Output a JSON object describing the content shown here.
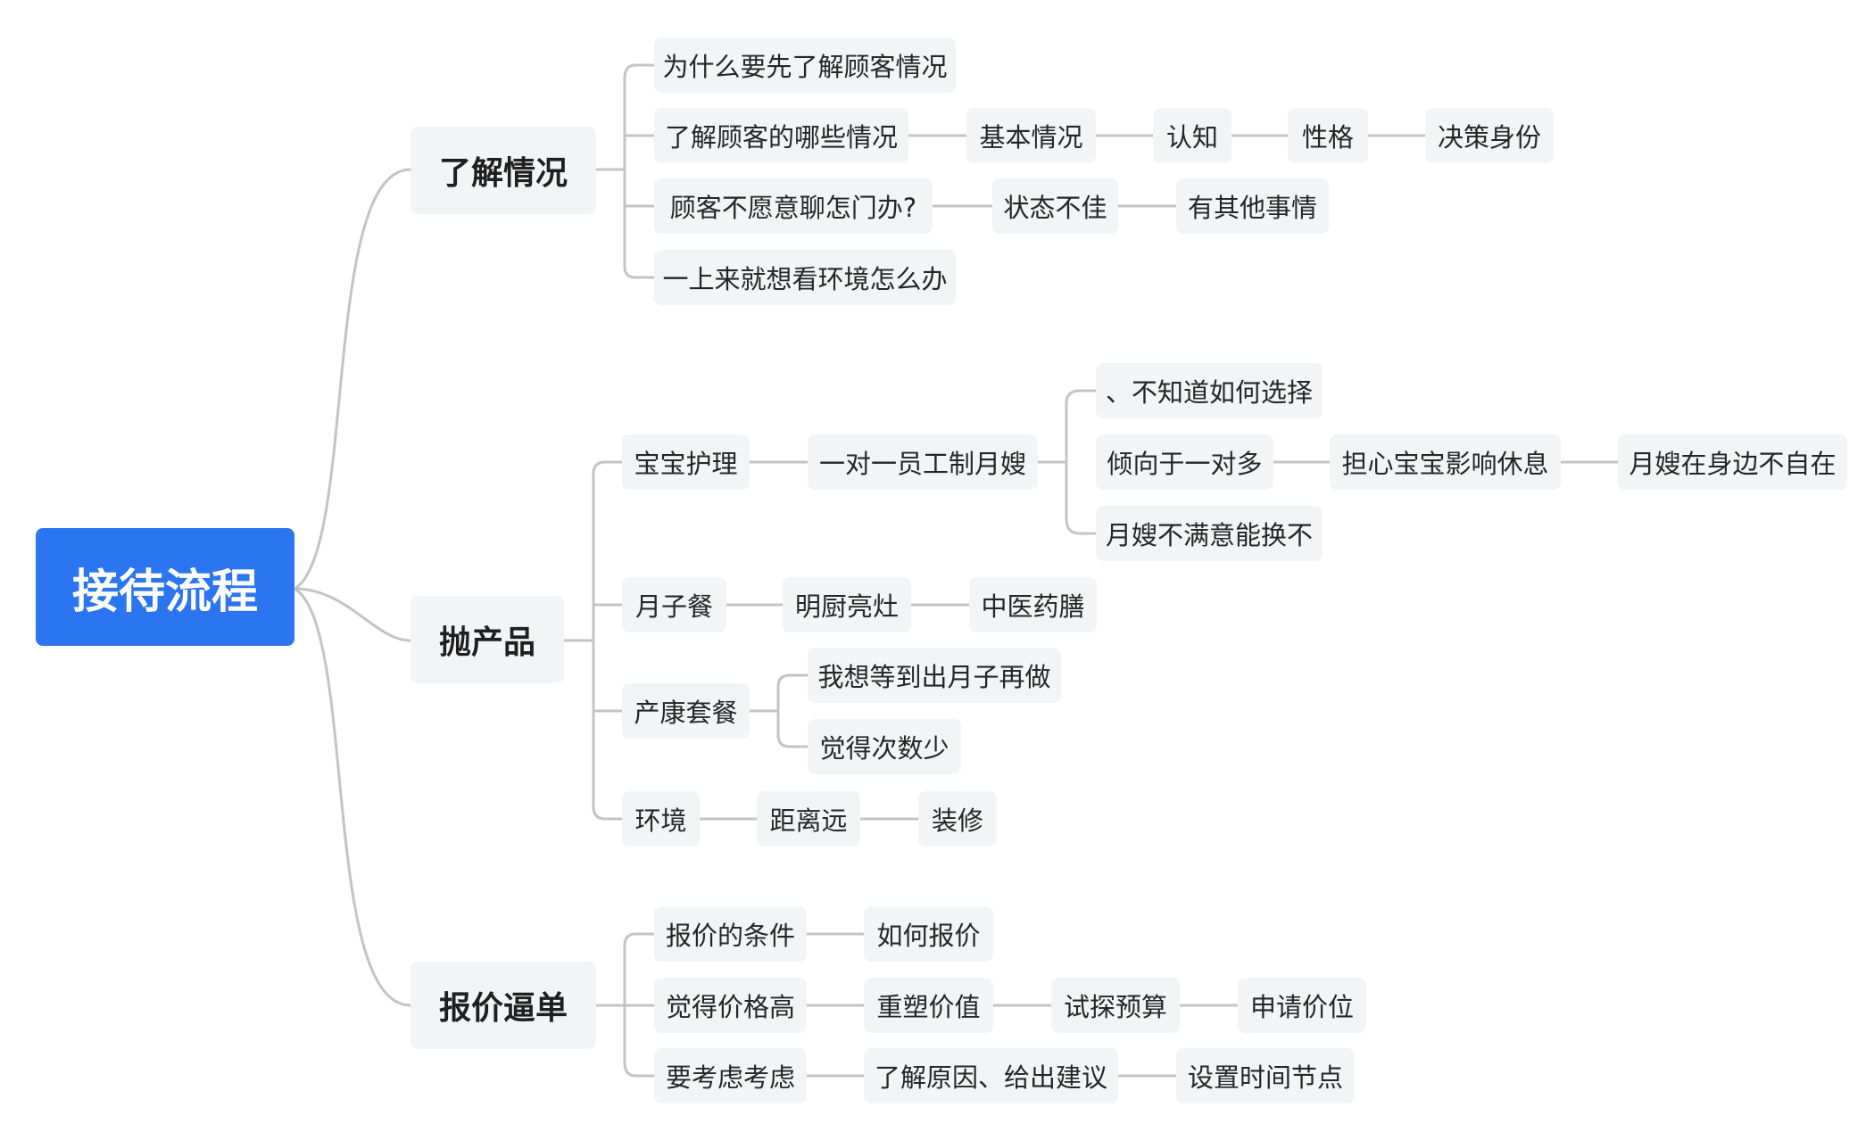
{
  "root": "接待流程",
  "branch1": {
    "title": "了解情况",
    "q1": "为什么要先了解顾客情况",
    "q2": "了解顾客的哪些情况",
    "q2_a": "基本情况",
    "q2_b": "认知",
    "q2_c": "性格",
    "q2_d": "决策身份",
    "q3": "顾客不愿意聊怎门办?",
    "q3_a": "状态不佳",
    "q3_b": "有其他事情",
    "q4": "一上来就想看环境怎么办"
  },
  "branch2": {
    "title": "抛产品",
    "baby": "宝宝护理",
    "baby_a": "一对一员工制月嫂",
    "baby_b1": "、不知道如何选择",
    "baby_b2": "倾向于一对多",
    "baby_b2_a": "担心宝宝影响休息",
    "baby_b2_b": "月嫂在身边不自在",
    "baby_b3": "月嫂不满意能换不",
    "meal": "月子餐",
    "meal_a": "明厨亮灶",
    "meal_b": "中医药膳",
    "pkg": "产康套餐",
    "pkg_a": "我想等到出月子再做",
    "pkg_b": "觉得次数少",
    "env": "环境",
    "env_a": "距离远",
    "env_b": "装修"
  },
  "branch3": {
    "title": "报价逼单",
    "c1": "报价的条件",
    "c1_a": "如何报价",
    "c2": "觉得价格高",
    "c2_a": "重塑价值",
    "c2_b": "试探预算",
    "c2_c": "申请价位",
    "c3": "要考虑考虑",
    "c3_a": "了解原因、给出建议",
    "c3_b": "设置时间节点"
  }
}
